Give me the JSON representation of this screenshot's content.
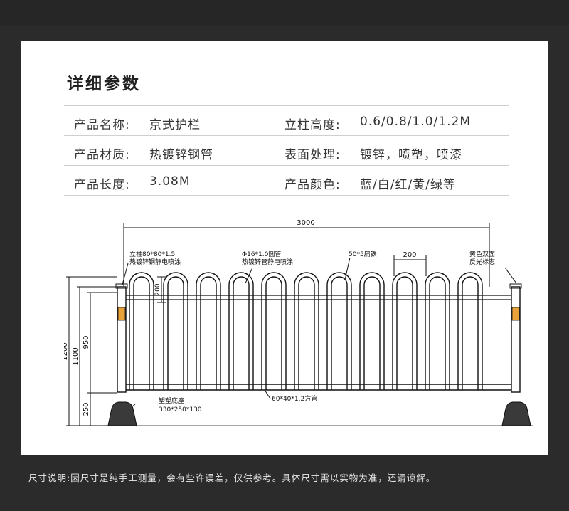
{
  "section_title": "详细参数",
  "specs": [
    {
      "label": "产品名称:",
      "value": "京式护栏"
    },
    {
      "label": "立柱高度:",
      "value": "0.6/0.8/1.0/1.2M"
    },
    {
      "label": "产品材质:",
      "value": "热镀锌钢管"
    },
    {
      "label": "表面处理:",
      "value": "镀锌，喷塑，喷漆"
    },
    {
      "label": "产品长度:",
      "value": "3.08M"
    },
    {
      "label": "产品颜色:",
      "value": "蓝/白/红/黄/绿等"
    }
  ],
  "drawing": {
    "total_width": "3000",
    "arch_spacing": "200",
    "arch_height": "200",
    "height_total": "1200",
    "height_1100": "1100",
    "height_950": "950",
    "base_height": "250",
    "callout_post": [
      "立柱80*80*1.5",
      "热镀锌钢静电喷涂"
    ],
    "callout_pipe": [
      "Φ16*1.0圆管",
      "热镀锌管静电喷涂"
    ],
    "callout_flat": "50*5扁铁",
    "callout_reflector": [
      "黄色双面",
      "反光标志"
    ],
    "callout_base": [
      "塑塑底座",
      "330*250*130"
    ],
    "callout_square": "60*40*1.2方管"
  },
  "footer_note": "尺寸说明:因尺寸是纯手工测量，会有些许误差，仅供参考。具体尺寸需以实物为准，还请谅解。"
}
